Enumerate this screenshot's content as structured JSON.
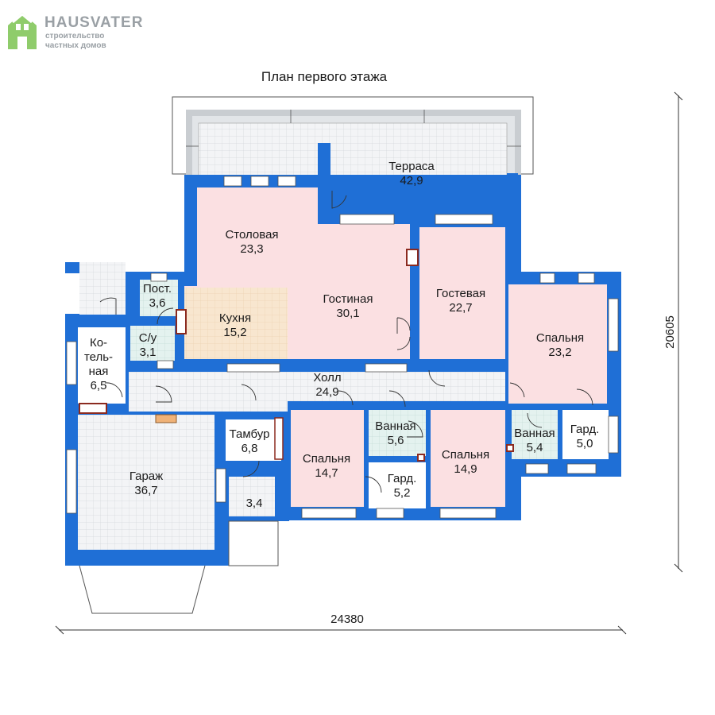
{
  "brand": {
    "name": "HAUSVATER",
    "tagline_line1": "строительство",
    "tagline_line2": "частных домов"
  },
  "plan_title": "План первого этажа",
  "dimensions": {
    "width": "24380",
    "height": "20605"
  },
  "rooms": {
    "terrace": {
      "name": "Терраса",
      "area": "42,9"
    },
    "dining": {
      "name": "Столовая",
      "area": "23,3"
    },
    "living": {
      "name": "Гостиная",
      "area": "30,1"
    },
    "kitchen": {
      "name": "Кухня",
      "area": "15,2"
    },
    "guest": {
      "name": "Гостевая",
      "area": "22,7"
    },
    "bedroom_e": {
      "name": "Спальня",
      "area": "23,2"
    },
    "pantry": {
      "name": "Пост.",
      "area": "3,6"
    },
    "wc": {
      "name": "С/у",
      "area": "3,1"
    },
    "boiler": {
      "name_l1": "Ко-",
      "name_l2": "тель-",
      "name_l3": "ная",
      "area": "6,5"
    },
    "hall": {
      "name": "Холл",
      "area": "24,9"
    },
    "garage": {
      "name": "Гараж",
      "area": "36,7"
    },
    "vestibule": {
      "name": "Тамбур",
      "area": "6,8"
    },
    "porch": {
      "area": "3,4"
    },
    "bedroom_w": {
      "name": "Спальня",
      "area": "14,7"
    },
    "bath_w": {
      "name": "Ванная",
      "area": "5,6"
    },
    "dress_w": {
      "name": "Гард.",
      "area": "5,2"
    },
    "bedroom_m": {
      "name": "Спальня",
      "area": "14,9"
    },
    "bath_e": {
      "name": "Ванная",
      "area": "5,4"
    },
    "dress_e": {
      "name": "Гард.",
      "area": "5,0"
    }
  },
  "colors": {
    "wall": "#1f6fd6",
    "tile": "#f3f4f6",
    "tile_grid": "#d3d7dc",
    "living_fill": "#fbe0e2",
    "kitchen_fill": "#f8e6cf",
    "bath_fill": "#e4f2ef",
    "brand_green": "#8fcc6b"
  }
}
